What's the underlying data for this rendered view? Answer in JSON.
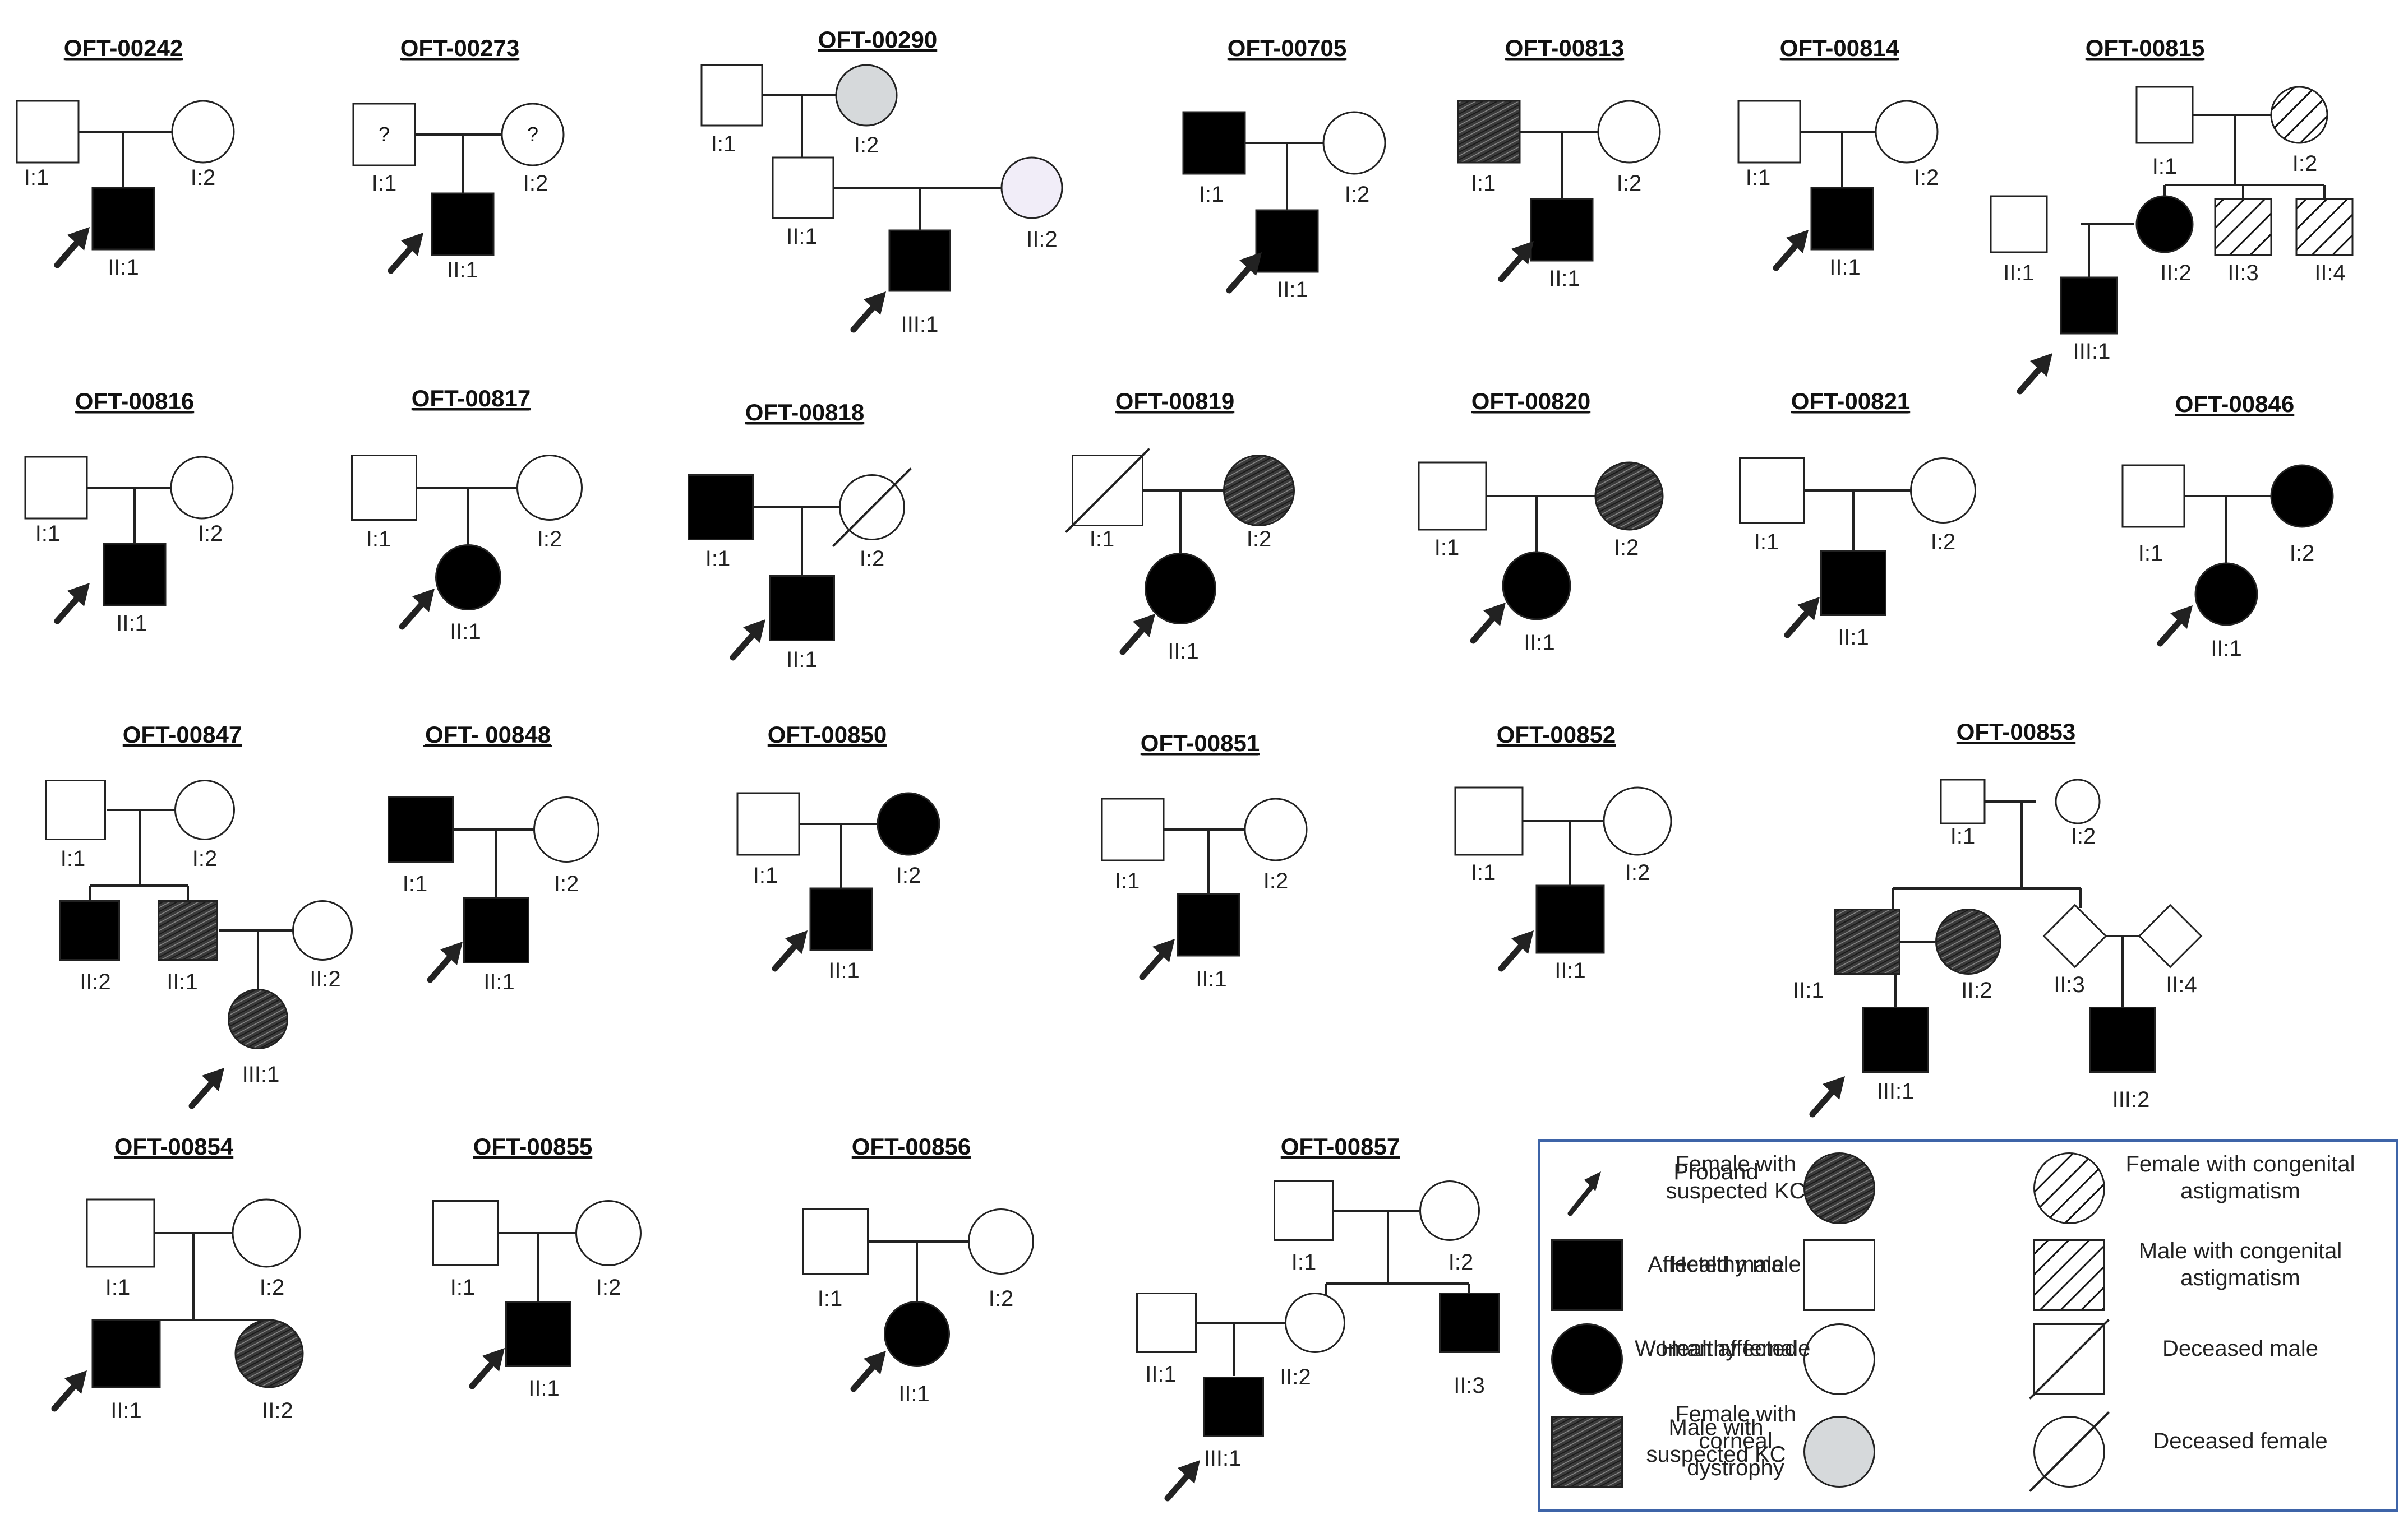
{
  "figure": {
    "pedigrees": [
      {
        "id": "OFT-00242",
        "title": "OFT-00242",
        "individuals": [
          {
            "label": "I:1",
            "sex": "male",
            "status": "healthy"
          },
          {
            "label": "I:2",
            "sex": "female",
            "status": "healthy"
          },
          {
            "label": "II:1",
            "sex": "male",
            "status": "affected",
            "proband": true
          }
        ]
      },
      {
        "id": "OFT-00273",
        "title": "OFT-00273",
        "individuals": [
          {
            "label": "I:1",
            "sex": "male",
            "status": "healthy",
            "mark": "?"
          },
          {
            "label": "I:2",
            "sex": "female",
            "status": "healthy",
            "mark": "?"
          },
          {
            "label": "II:1",
            "sex": "male",
            "status": "affected",
            "proband": true
          }
        ]
      },
      {
        "id": "OFT-00290",
        "title": "OFT-00290",
        "individuals": [
          {
            "label": "I:1",
            "sex": "male",
            "status": "healthy"
          },
          {
            "label": "I:2",
            "sex": "female",
            "status": "corneal-dystrophy"
          },
          {
            "label": "II:1",
            "sex": "male",
            "status": "healthy"
          },
          {
            "label": "II:2",
            "sex": "female",
            "status": "healthy",
            "fill": "#f1edf8"
          },
          {
            "label": "III:1",
            "sex": "male",
            "status": "affected",
            "proband": true
          }
        ]
      },
      {
        "id": "OFT-00705",
        "title": "OFT-00705",
        "individuals": [
          {
            "label": "I:1",
            "sex": "male",
            "status": "affected"
          },
          {
            "label": "I:2",
            "sex": "female",
            "status": "healthy"
          },
          {
            "label": "II:1",
            "sex": "male",
            "status": "affected",
            "proband": true
          }
        ]
      },
      {
        "id": "OFT-00813",
        "title": "OFT-00813",
        "individuals": [
          {
            "label": "I:1",
            "sex": "male",
            "status": "suspected-kc"
          },
          {
            "label": "I:2",
            "sex": "female",
            "status": "healthy"
          },
          {
            "label": "II:1",
            "sex": "male",
            "status": "affected",
            "proband": true
          }
        ]
      },
      {
        "id": "OFT-00814",
        "title": "OFT-00814",
        "individuals": [
          {
            "label": "I:1",
            "sex": "male",
            "status": "healthy"
          },
          {
            "label": "I:2",
            "sex": "female",
            "status": "healthy"
          },
          {
            "label": "II:1",
            "sex": "male",
            "status": "affected",
            "proband": true
          }
        ]
      },
      {
        "id": "OFT-00815",
        "title": "OFT-00815",
        "individuals": [
          {
            "label": "I:1",
            "sex": "male",
            "status": "healthy"
          },
          {
            "label": "I:2",
            "sex": "female",
            "status": "congenital-astigmatism"
          },
          {
            "label": "II:1",
            "sex": "male",
            "status": "healthy"
          },
          {
            "label": "II:2",
            "sex": "female",
            "status": "affected"
          },
          {
            "label": "II:3",
            "sex": "male",
            "status": "congenital-astigmatism"
          },
          {
            "label": "II:4",
            "sex": "male",
            "status": "congenital-astigmatism"
          },
          {
            "label": "III:1",
            "sex": "male",
            "status": "affected",
            "proband": true
          }
        ]
      },
      {
        "id": "OFT-00816",
        "title": "OFT-00816",
        "individuals": [
          {
            "label": "I:1",
            "sex": "male",
            "status": "healthy"
          },
          {
            "label": "I:2",
            "sex": "female",
            "status": "healthy"
          },
          {
            "label": "II:1",
            "sex": "male",
            "status": "affected",
            "proband": true
          }
        ]
      },
      {
        "id": "OFT-00817",
        "title": "OFT-00817",
        "individuals": [
          {
            "label": "I:1",
            "sex": "male",
            "status": "healthy"
          },
          {
            "label": "I:2",
            "sex": "female",
            "status": "healthy"
          },
          {
            "label": "II:1",
            "sex": "female",
            "status": "affected",
            "proband": true
          }
        ]
      },
      {
        "id": "OFT-00818",
        "title": "OFT-00818",
        "individuals": [
          {
            "label": "I:1",
            "sex": "male",
            "status": "affected"
          },
          {
            "label": "I:2",
            "sex": "female",
            "status": "deceased"
          },
          {
            "label": "II:1",
            "sex": "male",
            "status": "affected",
            "proband": true
          }
        ]
      },
      {
        "id": "OFT-00819",
        "title": "OFT-00819",
        "individuals": [
          {
            "label": "I:1",
            "sex": "male",
            "status": "deceased"
          },
          {
            "label": "I:2",
            "sex": "female",
            "status": "suspected-kc"
          },
          {
            "label": "II:1",
            "sex": "female",
            "status": "affected",
            "proband": true
          }
        ]
      },
      {
        "id": "OFT-00820",
        "title": "OFT-00820",
        "individuals": [
          {
            "label": "I:1",
            "sex": "male",
            "status": "healthy"
          },
          {
            "label": "I:2",
            "sex": "female",
            "status": "suspected-kc"
          },
          {
            "label": "II:1",
            "sex": "female",
            "status": "affected",
            "proband": true
          }
        ]
      },
      {
        "id": "OFT-00821",
        "title": "OFT-00821",
        "individuals": [
          {
            "label": "I:1",
            "sex": "male",
            "status": "healthy"
          },
          {
            "label": "I:2",
            "sex": "female",
            "status": "healthy"
          },
          {
            "label": "II:1",
            "sex": "male",
            "status": "affected",
            "proband": true
          }
        ]
      },
      {
        "id": "OFT-00846",
        "title": "OFT-00846",
        "individuals": [
          {
            "label": "I:1",
            "sex": "male",
            "status": "healthy"
          },
          {
            "label": "I:2",
            "sex": "female",
            "status": "affected"
          },
          {
            "label": "II:1",
            "sex": "female",
            "status": "affected",
            "proband": true
          }
        ]
      },
      {
        "id": "OFT-00847",
        "title": "OFT-00847",
        "individuals": [
          {
            "label": "I:1",
            "sex": "male",
            "status": "healthy"
          },
          {
            "label": "I:2",
            "sex": "female",
            "status": "healthy"
          },
          {
            "label": "II:2",
            "sex": "male",
            "status": "affected"
          },
          {
            "label": "II:1",
            "sex": "male",
            "status": "suspected-kc"
          },
          {
            "label": "II:2",
            "sex": "female",
            "status": "healthy"
          },
          {
            "label": "III:1",
            "sex": "female",
            "status": "suspected-kc",
            "proband": true
          }
        ]
      },
      {
        "id": "OFT-00848",
        "title": "OFT- 00848",
        "individuals": [
          {
            "label": "I:1",
            "sex": "male",
            "status": "affected"
          },
          {
            "label": "I:2",
            "sex": "female",
            "status": "healthy"
          },
          {
            "label": "II:1",
            "sex": "male",
            "status": "affected",
            "proband": true
          }
        ]
      },
      {
        "id": "OFT-00850",
        "title": "OFT-00850",
        "individuals": [
          {
            "label": "I:1",
            "sex": "male",
            "status": "healthy"
          },
          {
            "label": "I:2",
            "sex": "female",
            "status": "affected"
          },
          {
            "label": "II:1",
            "sex": "male",
            "status": "affected",
            "proband": true
          }
        ]
      },
      {
        "id": "OFT-00851",
        "title": "OFT-00851",
        "individuals": [
          {
            "label": "I:1",
            "sex": "male",
            "status": "healthy"
          },
          {
            "label": "I:2",
            "sex": "female",
            "status": "healthy"
          },
          {
            "label": "II:1",
            "sex": "male",
            "status": "affected",
            "proband": true
          }
        ]
      },
      {
        "id": "OFT-00852",
        "title": "OFT-00852",
        "individuals": [
          {
            "label": "I:1",
            "sex": "male",
            "status": "healthy"
          },
          {
            "label": "I:2",
            "sex": "female",
            "status": "healthy"
          },
          {
            "label": "II:1",
            "sex": "male",
            "status": "affected",
            "proband": true
          }
        ]
      },
      {
        "id": "OFT-00853",
        "title": "OFT-00853",
        "individuals": [
          {
            "label": "I:1",
            "sex": "male",
            "status": "healthy"
          },
          {
            "label": "I:2",
            "sex": "female",
            "status": "healthy"
          },
          {
            "label": "II:1",
            "sex": "male",
            "status": "suspected-kc"
          },
          {
            "label": "II:2",
            "sex": "female",
            "status": "suspected-kc"
          },
          {
            "label": "II:3",
            "sex": "unknown",
            "status": "healthy"
          },
          {
            "label": "II:4",
            "sex": "unknown",
            "status": "healthy"
          },
          {
            "label": "III:1",
            "sex": "male",
            "status": "affected",
            "proband": true
          },
          {
            "label": "III:2",
            "sex": "male",
            "status": "affected"
          }
        ]
      },
      {
        "id": "OFT-00854",
        "title": "OFT-00854",
        "individuals": [
          {
            "label": "I:1",
            "sex": "male",
            "status": "healthy"
          },
          {
            "label": "I:2",
            "sex": "female",
            "status": "healthy"
          },
          {
            "label": "II:1",
            "sex": "male",
            "status": "affected",
            "proband": true
          },
          {
            "label": "II:2",
            "sex": "female",
            "status": "suspected-kc"
          }
        ]
      },
      {
        "id": "OFT-00855",
        "title": "OFT-00855",
        "individuals": [
          {
            "label": "I:1",
            "sex": "male",
            "status": "healthy"
          },
          {
            "label": "I:2",
            "sex": "female",
            "status": "healthy"
          },
          {
            "label": "II:1",
            "sex": "male",
            "status": "affected",
            "proband": true
          }
        ]
      },
      {
        "id": "OFT-00856",
        "title": "OFT-00856",
        "individuals": [
          {
            "label": "I:1",
            "sex": "male",
            "status": "healthy"
          },
          {
            "label": "I:2",
            "sex": "female",
            "status": "healthy"
          },
          {
            "label": "II:1",
            "sex": "female",
            "status": "affected",
            "proband": true
          }
        ]
      },
      {
        "id": "OFT-00857",
        "title": "OFT-00857",
        "individuals": [
          {
            "label": "I:1",
            "sex": "male",
            "status": "healthy"
          },
          {
            "label": "I:2",
            "sex": "female",
            "status": "healthy"
          },
          {
            "label": "II:1",
            "sex": "male",
            "status": "healthy"
          },
          {
            "label": "II:2",
            "sex": "female",
            "status": "healthy"
          },
          {
            "label": "II:3",
            "sex": "male",
            "status": "affected"
          },
          {
            "label": "III:1",
            "sex": "male",
            "status": "affected",
            "proband": true
          }
        ]
      }
    ],
    "legend": {
      "items": [
        {
          "key": "proband",
          "label": "Proband",
          "icon": "proband-arrow-icon"
        },
        {
          "key": "affected-male",
          "label": "Affected male",
          "icon": "filled-square-icon"
        },
        {
          "key": "woman-affected",
          "label": "Woman affected",
          "icon": "filled-circle-icon"
        },
        {
          "key": "male-suspected-kc",
          "label": "Male with suspected KC",
          "icon": "hatched-square-icon"
        },
        {
          "key": "female-suspected-kc",
          "label": "Female with suspected KC",
          "icon": "hatched-circle-icon"
        },
        {
          "key": "healthy-male",
          "label": "Healthy male",
          "icon": "empty-square-icon"
        },
        {
          "key": "healthy-female",
          "label": "Healthy female",
          "icon": "empty-circle-icon"
        },
        {
          "key": "female-corneal-dystrophy",
          "label": "Female with corneal dystrophy",
          "icon": "grey-circle-icon"
        },
        {
          "key": "female-congenital-astigmatism",
          "label": "Female with congenital astigmatism",
          "icon": "striped-circle-icon"
        },
        {
          "key": "male-congenital-astigmatism",
          "label": "Male with congenital astigmatism",
          "icon": "striped-square-icon"
        },
        {
          "key": "deceased-male",
          "label": "Deceased male",
          "icon": "crossed-square-icon"
        },
        {
          "key": "deceased-female",
          "label": "Deceased female",
          "icon": "crossed-circle-icon"
        }
      ]
    },
    "colors": {
      "affected": "#000000",
      "healthy_fill": "#ffffff",
      "suspected_kc": "#3a3a3a",
      "corneal_dystrophy": "#d6d9db",
      "legend_border": "#3e64a8",
      "line": "#222222"
    }
  }
}
